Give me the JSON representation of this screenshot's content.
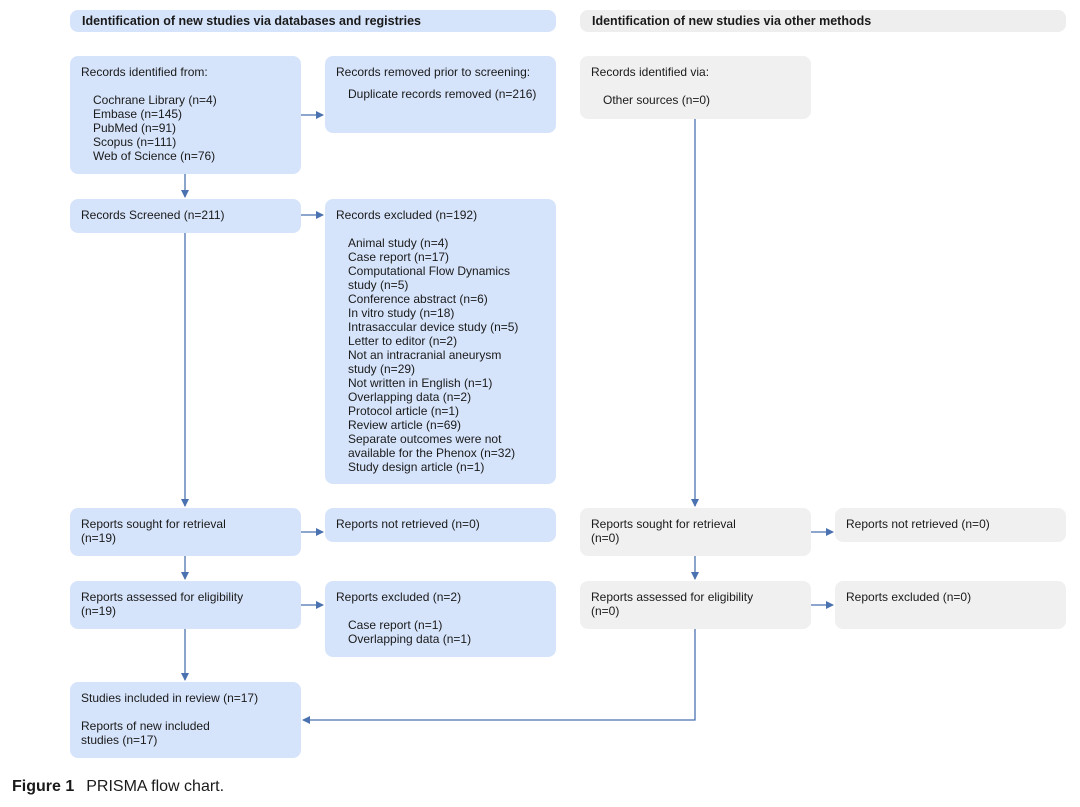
{
  "headers": {
    "left": "Identification of new studies via databases and registries",
    "right": "Identification of new studies via other methods"
  },
  "left": {
    "identified": {
      "title": "Records identified from:",
      "items": [
        "Cochrane Library (n=4)",
        "Embase (n=145)",
        "PubMed (n=91)",
        "Scopus (n=111)",
        "Web of Science (n=76)"
      ]
    },
    "removed": {
      "title": "Records removed prior to screening:",
      "items": [
        "Duplicate records removed (n=216)"
      ]
    },
    "screened": {
      "title": "Records Screened (n=211)"
    },
    "excluded": {
      "title": "Records excluded (n=192)",
      "items": [
        "Animal study (n=4)",
        "Case report (n=17)",
        "Computational Flow Dynamics study (n=5)",
        "Conference abstract (n=6)",
        "In vitro study (n=18)",
        "Intrasaccular device study (n=5)",
        "Letter to editor (n=2)",
        "Not an intracranial aneurysm study (n=29)",
        "Not written in English (n=1)",
        "Overlapping data (n=2)",
        "Protocol article (n=1)",
        "Review article (n=69)",
        "Separate outcomes were not available for the Phenox (n=32)",
        "Study design article (n=1)"
      ]
    },
    "sought": {
      "title": "Reports sought for retrieval (n=19)"
    },
    "not_retrieved": {
      "title": "Reports not retrieved (n=0)"
    },
    "assessed": {
      "title": "Reports assessed for eligibility (n=19)"
    },
    "reports_excluded": {
      "title": "Reports excluded (n=2)",
      "items": [
        "Case report (n=1)",
        "Overlapping data (n=1)"
      ]
    },
    "included": {
      "line1": "Studies included in review (n=17)",
      "line2": "Reports of new included studies (n=17)"
    }
  },
  "right": {
    "identified": {
      "title": "Records identified via:",
      "items": [
        "Other sources (n=0)"
      ]
    },
    "sought": {
      "title": "Reports sought for retrieval (n=0)"
    },
    "not_retrieved": {
      "title": "Reports not retrieved (n=0)"
    },
    "assessed": {
      "title": "Reports assessed for eligibility (n=0)"
    },
    "reports_excluded": {
      "title": "Reports excluded (n=0)"
    }
  },
  "caption": {
    "label": "Figure 1",
    "text": "PRISMA flow chart."
  },
  "colors": {
    "blue_box": "#d6e4fb",
    "grey_box": "#f0f0f0",
    "arrow": "#4a72b0"
  }
}
